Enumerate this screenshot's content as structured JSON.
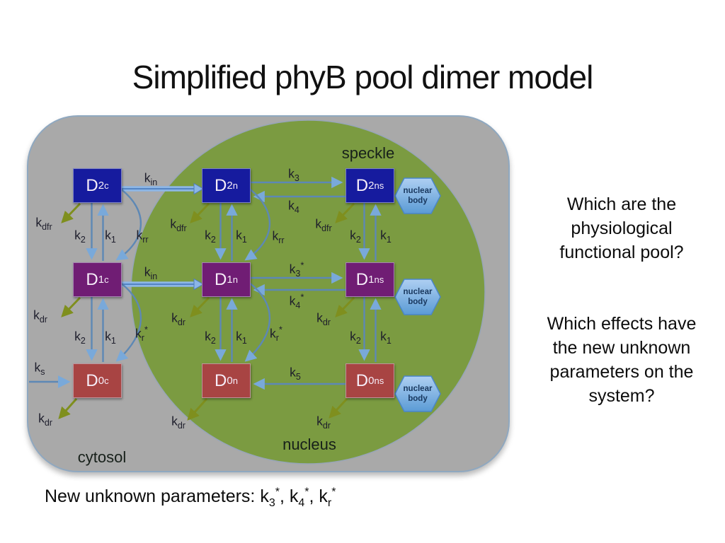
{
  "slide": {
    "title": "Simplified phyB pool dimer model",
    "questions": [
      {
        "lines": [
          "Which are the",
          "physiological",
          "functional pool?"
        ]
      },
      {
        "lines": [
          "Which effects have",
          "the new unknown",
          "parameters on the",
          "system?"
        ]
      }
    ],
    "bottom_note": {
      "prefix": "New unknown parameters: ",
      "separator": ", ",
      "params": [
        {
          "base": "k",
          "sub": "3",
          "sup": "*"
        },
        {
          "base": "k",
          "sub": "4",
          "sup": "*"
        },
        {
          "base": "k",
          "sub": "r",
          "sup": "*"
        }
      ]
    }
  },
  "diagram": {
    "zones": {
      "speckle": "speckle",
      "nucleus": "nucleus",
      "cytosol": "cytosol"
    },
    "nuclear_body_label": "nuclear body",
    "boxes": {
      "d2c": {
        "base": "D",
        "sub": "2",
        "sup": "c"
      },
      "d2n": {
        "base": "D",
        "sub": "2",
        "sup": "n"
      },
      "d2ns": {
        "base": "D",
        "sub": "2",
        "sup": "ns"
      },
      "d1c": {
        "base": "D",
        "sub": "1",
        "sup": "c"
      },
      "d1n": {
        "base": "D",
        "sub": "1",
        "sup": "n"
      },
      "d1ns": {
        "base": "D",
        "sub": "1",
        "sup": "ns"
      },
      "d0c": {
        "base": "D",
        "sub": "0",
        "sup": "c"
      },
      "d0n": {
        "base": "D",
        "sub": "0",
        "sup": "n"
      },
      "d0ns": {
        "base": "D",
        "sub": "0",
        "sup": "ns"
      }
    },
    "rates": {
      "kin": {
        "base": "k",
        "sub": "in",
        "sup": ""
      },
      "k1": {
        "base": "k",
        "sub": "1",
        "sup": ""
      },
      "k2": {
        "base": "k",
        "sub": "2",
        "sup": ""
      },
      "k3": {
        "base": "k",
        "sub": "3",
        "sup": ""
      },
      "k4": {
        "base": "k",
        "sub": "4",
        "sup": ""
      },
      "k5": {
        "base": "k",
        "sub": "5",
        "sup": ""
      },
      "k3s": {
        "base": "k",
        "sub": "3",
        "sup": "*"
      },
      "k4s": {
        "base": "k",
        "sub": "4",
        "sup": "*"
      },
      "krs": {
        "base": "k",
        "sub": "r",
        "sup": "*"
      },
      "krr": {
        "base": "k",
        "sub": "rr",
        "sup": ""
      },
      "kdfr": {
        "base": "k",
        "sub": "dfr",
        "sup": ""
      },
      "kdr": {
        "base": "k",
        "sub": "dr",
        "sup": ""
      },
      "ks": {
        "base": "k",
        "sub": "s",
        "sup": ""
      }
    },
    "colors": {
      "cytosol_fill": "#a9a9a9",
      "nucleus_fill": "#7b9b41",
      "d2_box": "#161b9e",
      "d1_box": "#701d74",
      "d0_box": "#a84443",
      "arrow_blue": "#5d88b5",
      "arrow_thick_blue": "#8cb6e6",
      "arrow_olive": "#7f8f1e",
      "nuclear_body_fill": "#5b9bd5"
    }
  }
}
